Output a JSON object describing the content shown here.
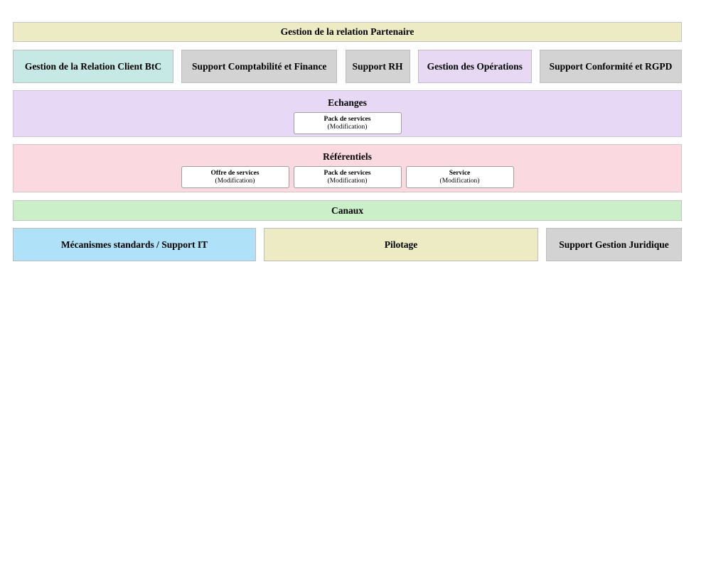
{
  "header": {
    "title": "Gestion de la relation Partenaire",
    "bg": "#EDEBC4"
  },
  "capabilities": [
    {
      "label": "Gestion de la Relation Client BtC",
      "bg": "#C6E9E5"
    },
    {
      "label": "Support Comptabilité et Finance",
      "bg": "#D3D3D3"
    },
    {
      "label": "Support RH",
      "bg": "#D3D3D3"
    },
    {
      "label": "Gestion des Opérations",
      "bg": "#E7D9F3"
    },
    {
      "label": "Support Conformité et RGPD",
      "bg": "#D3D3D3"
    }
  ],
  "sections": {
    "echanges": {
      "title": "Echanges",
      "bg": "#E7D9F6",
      "items": [
        {
          "name": "Pack de services",
          "qualifier": "(Modification)"
        }
      ]
    },
    "referentiels": {
      "title": "Référentiels",
      "bg": "#FBD9E1",
      "items": [
        {
          "name": "Offre de services",
          "qualifier": "(Modification)"
        },
        {
          "name": "Pack de services",
          "qualifier": "(Modification)"
        },
        {
          "name": "Service",
          "qualifier": "(Modification)"
        }
      ]
    },
    "canaux": {
      "title": "Canaux",
      "bg": "#CBEFC9"
    }
  },
  "footer_blocks": [
    {
      "label": "Mécanismes standards / Support IT",
      "bg": "#AFE2F8"
    },
    {
      "label": "Pilotage",
      "bg": "#EDEBC4"
    },
    {
      "label": "Support Gestion Juridique",
      "bg": "#D3D3D3"
    }
  ]
}
